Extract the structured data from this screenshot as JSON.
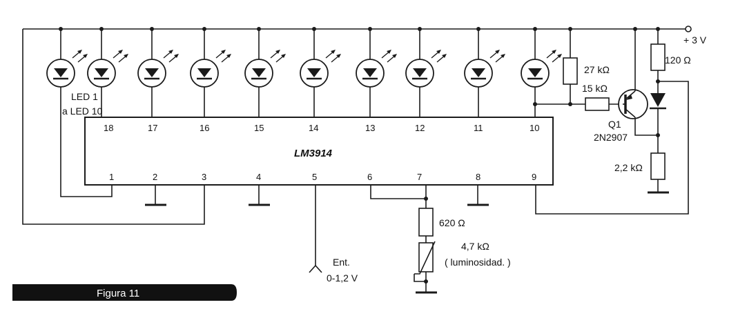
{
  "chip": {
    "name": "LM3914"
  },
  "supply": {
    "label": "+ 3 V"
  },
  "leds": {
    "label_line1": "LED 1",
    "label_line2": "a LED 10"
  },
  "top_pins": [
    "18",
    "17",
    "16",
    "15",
    "14",
    "13",
    "12",
    "11",
    "10"
  ],
  "bottom_pins": [
    "1",
    "2",
    "3",
    "4",
    "5",
    "6",
    "7",
    "8",
    "9"
  ],
  "resistors": {
    "r27k": "27 kΩ",
    "r15k": "15 kΩ",
    "r120": "120 Ω",
    "r2k2": "2,2 kΩ",
    "r620": "620 Ω"
  },
  "pot": {
    "value": "4,7 kΩ",
    "name": "( luminosidad. )"
  },
  "transistor": {
    "ref": "Q1",
    "part": "2N2907"
  },
  "input": {
    "label": "Ent.",
    "range": "0-1,2 V"
  },
  "figure": {
    "label": "Figura 11"
  }
}
